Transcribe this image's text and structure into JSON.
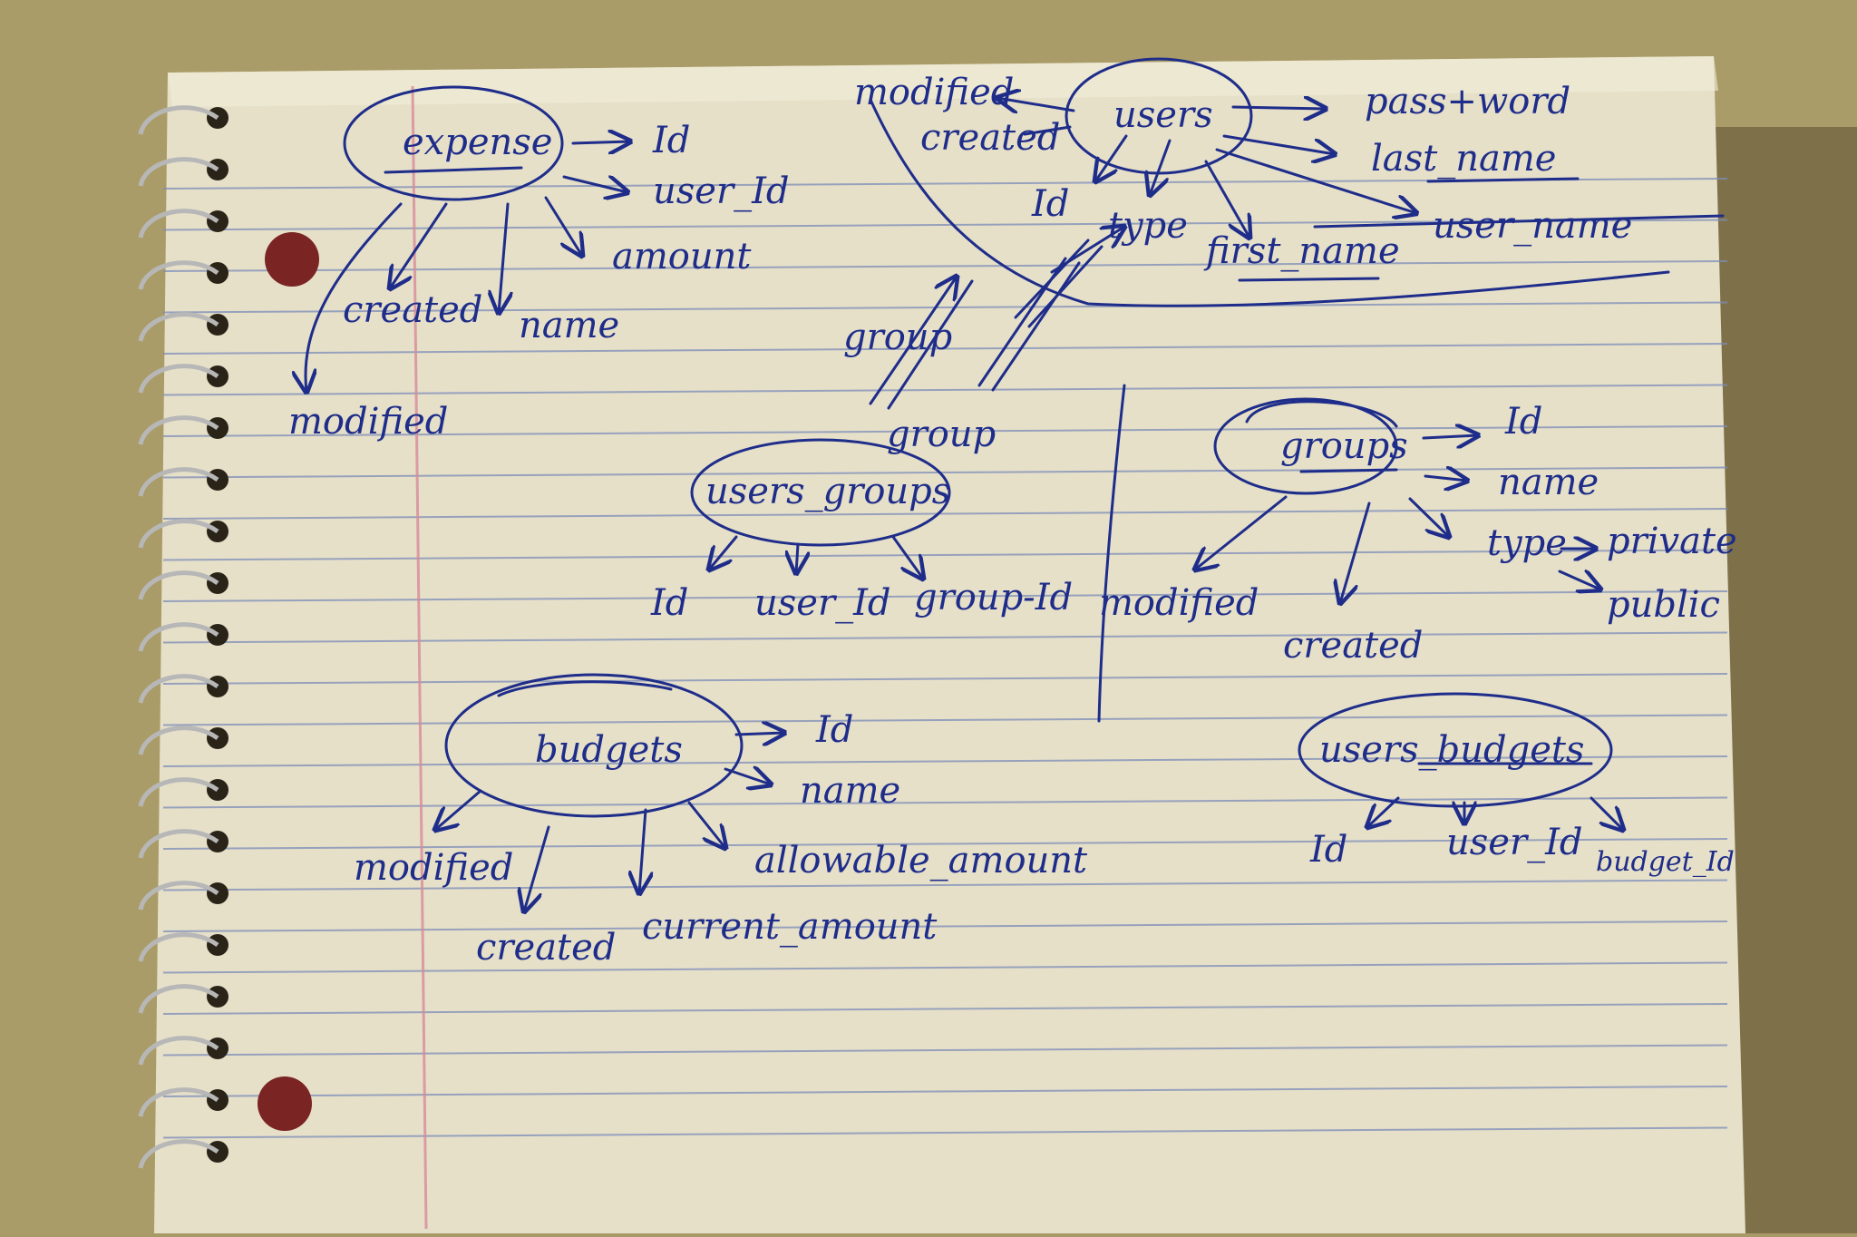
{
  "diagram": {
    "ink_color": "#1f2d8a",
    "paper_color": "#e6e0c9",
    "rule_color": "#7d8cb8",
    "margin_color": "#d98a9a",
    "entities": {
      "expense": {
        "name": "expense",
        "fields": {
          "id": "Id",
          "user_id": "user_Id",
          "amount": "amount",
          "created": "created",
          "name": "name",
          "modified": "modified"
        }
      },
      "users": {
        "name": "users",
        "fields": {
          "modified": "modified",
          "created": "created",
          "password": "pass+word",
          "last_name": "last_name",
          "user_name": "user_name",
          "first_name": "first_name",
          "id": "Id",
          "type": "type",
          "group": "group"
        }
      },
      "users_groups": {
        "name": "users_groups",
        "fields": {
          "id": "Id",
          "user_id": "user_Id",
          "group_id": "group-Id"
        },
        "relation_label": "group"
      },
      "groups": {
        "name": "groups",
        "fields": {
          "id": "Id",
          "name": "name",
          "type": "type",
          "type_private": "private",
          "type_public": "public",
          "modified": "modified",
          "created": "created"
        }
      },
      "budgets": {
        "name": "budgets",
        "fields": {
          "id": "Id",
          "name": "name",
          "allowable_amount": "allowable_amount",
          "current_amount": "current_amount",
          "created": "created",
          "modified": "modified"
        }
      },
      "users_budgets": {
        "name": "users_budgets",
        "fields": {
          "id": "Id",
          "user_id": "user_Id",
          "budget_id": "budget_Id"
        }
      }
    }
  }
}
